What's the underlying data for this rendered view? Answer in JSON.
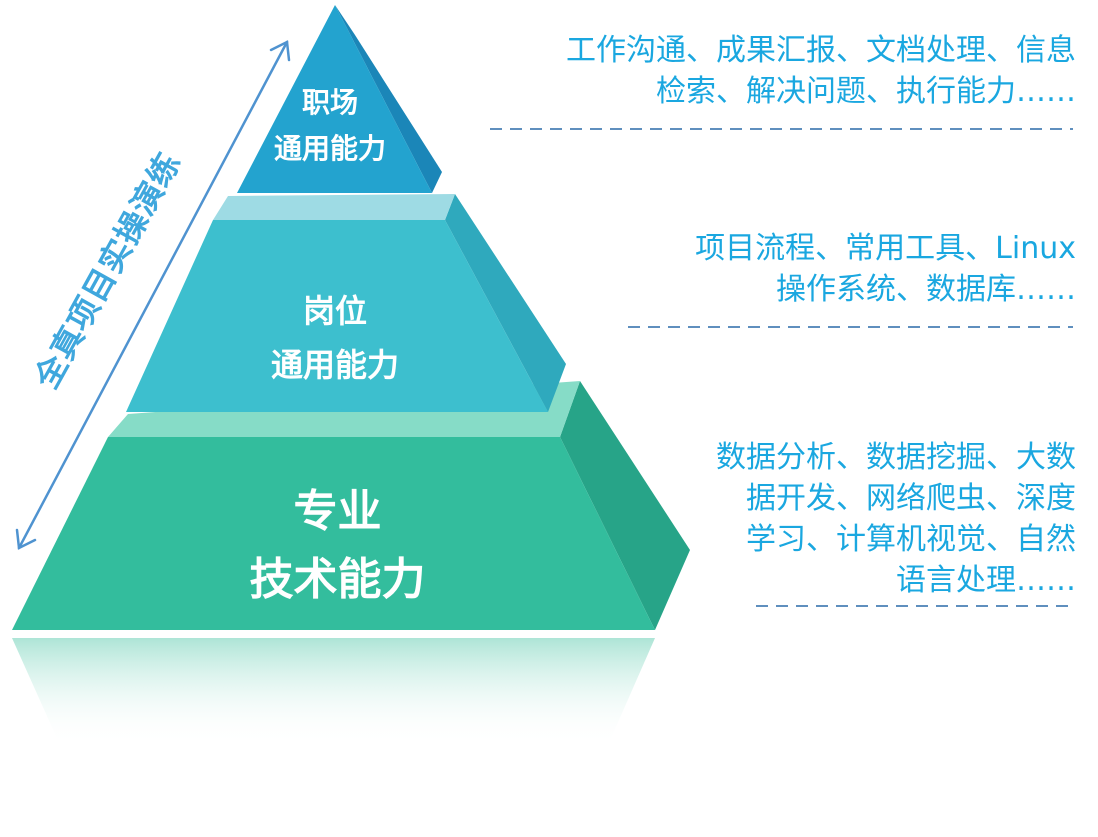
{
  "diagram": {
    "side_label": "全真项目实操演练",
    "tiers": [
      {
        "id": "top",
        "line1": "职场",
        "line2": "通用能力",
        "description": [
          "工作沟通、成果汇报、文档处理、信息",
          "检索、解决问题、执行能力……"
        ]
      },
      {
        "id": "middle",
        "line1": "岗位",
        "line2": "通用能力",
        "description": [
          "项目流程、常用工具、Linux",
          "操作系统、数据库……"
        ]
      },
      {
        "id": "bottom",
        "line1": "专业",
        "line2": "技术能力",
        "description": [
          "数据分析、数据挖掘、大数",
          "据开发、网络爬虫、深度",
          "学习、计算机视觉、自然",
          "语言处理……"
        ]
      }
    ],
    "colors": {
      "top_face": "#23a3cf",
      "top_side": "#1b86b8",
      "middle_face": "#3dbfce",
      "middle_side": "#2fa9bd",
      "middle_ledge": "#9edbe4",
      "bottom_face": "#33bd9d",
      "bottom_side": "#27a488",
      "bottom_ledge": "#86dcc7",
      "text_blue": "#1aa7e0",
      "dash": "#5f8fbe",
      "arrow": "#4f93d0"
    }
  }
}
